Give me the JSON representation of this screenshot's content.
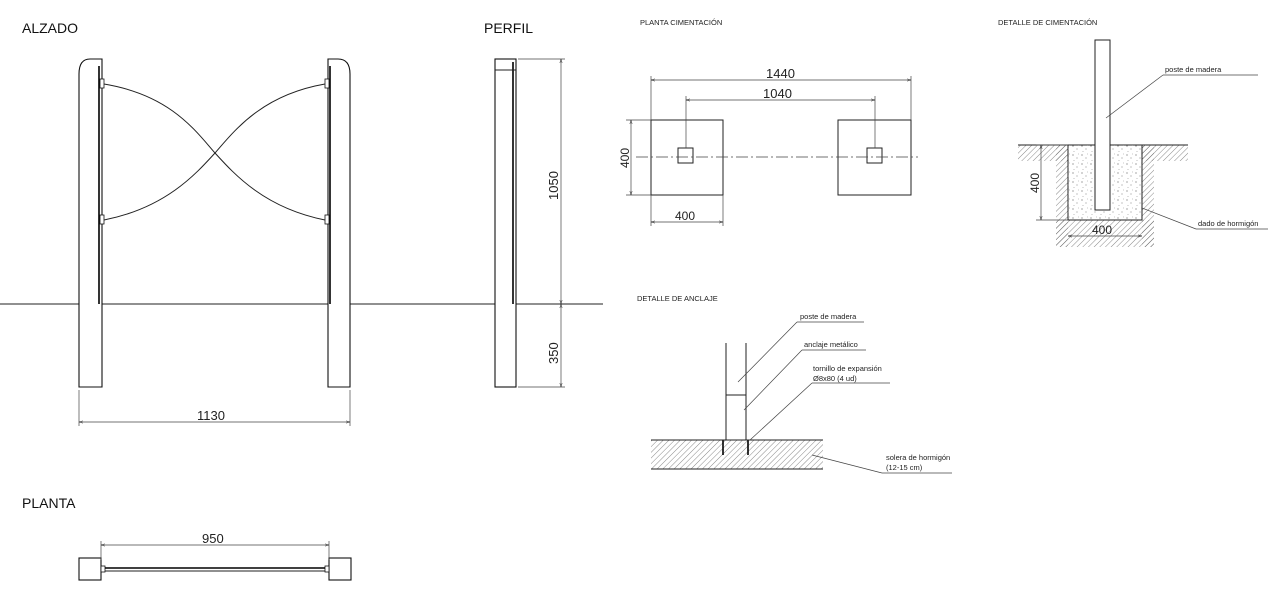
{
  "views": {
    "alzado": {
      "title": "ALZADO",
      "dim_width": "1130"
    },
    "perfil": {
      "title": "PERFIL",
      "dim_height_upper": "1050",
      "dim_height_lower": "350"
    },
    "planta": {
      "title": "PLANTA",
      "dim_width": "950"
    },
    "planta_cimentacion": {
      "title": "PLANTA CIMENTACIÓN",
      "dim_total": "1440",
      "dim_axis": "1040",
      "dim_footing_w": "400",
      "dim_footing_h": "400"
    },
    "detalle_cimentacion": {
      "title": "DETALLE DE CIMENTACIÓN",
      "label_post": "poste de madera",
      "label_block": "dado de hormigón",
      "dim_depth": "400",
      "dim_width": "400"
    },
    "detalle_anclaje": {
      "title": "DETALLE DE ANCLAJE",
      "label_post": "poste de madera",
      "label_anchor": "anclaje metálico",
      "label_screw_1": "tornillo de expansión",
      "label_screw_2": "Ø8x80 (4 ud)",
      "label_slab_1": "solera de hormigón",
      "label_slab_2": "(12-15 cm)"
    }
  },
  "colors": {
    "line": "#222222",
    "background": "#ffffff"
  }
}
